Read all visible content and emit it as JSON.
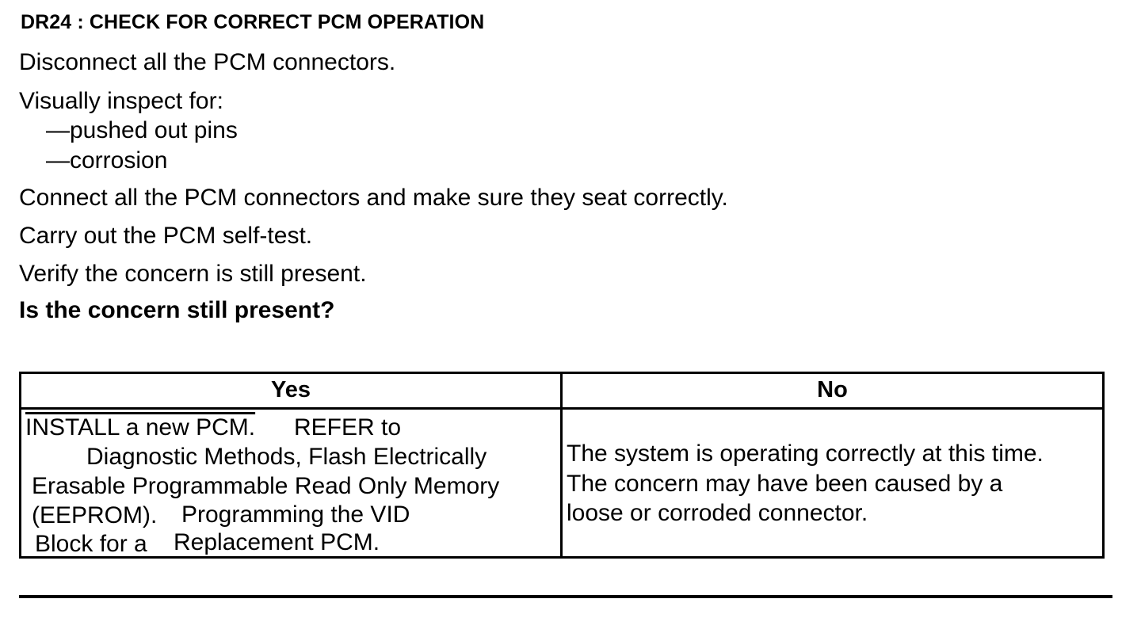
{
  "procedure": {
    "heading": "DR24 : CHECK FOR CORRECT PCM OPERATION",
    "steps": [
      "Disconnect all the PCM connectors.",
      "Visually inspect for:",
      "—pushed out pins",
      "—corrosion",
      "Connect all the PCM connectors and make sure they seat correctly.",
      "Carry out the PCM self-test.",
      "Verify the concern is still present."
    ],
    "question": "Is the concern still present?"
  },
  "result_table": {
    "headers": {
      "yes": "Yes",
      "no": "No"
    },
    "yes_cell": {
      "line1_action": "INSTALL a new PCM.",
      "line1_refer": "REFER to",
      "line2": "Diagnostic Methods, Flash Electrically",
      "line3": "Erasable Programmable Read Only Memory",
      "line4_a": "(EEPROM).",
      "line4_b": "Programming the VID",
      "line5_a": "Block for a",
      "line5_b": "Replacement PCM."
    },
    "no_cell": {
      "line1": "The system is operating correctly at this time.",
      "line2": "The concern may have been caused by a",
      "line3": "loose or corroded connector."
    }
  }
}
